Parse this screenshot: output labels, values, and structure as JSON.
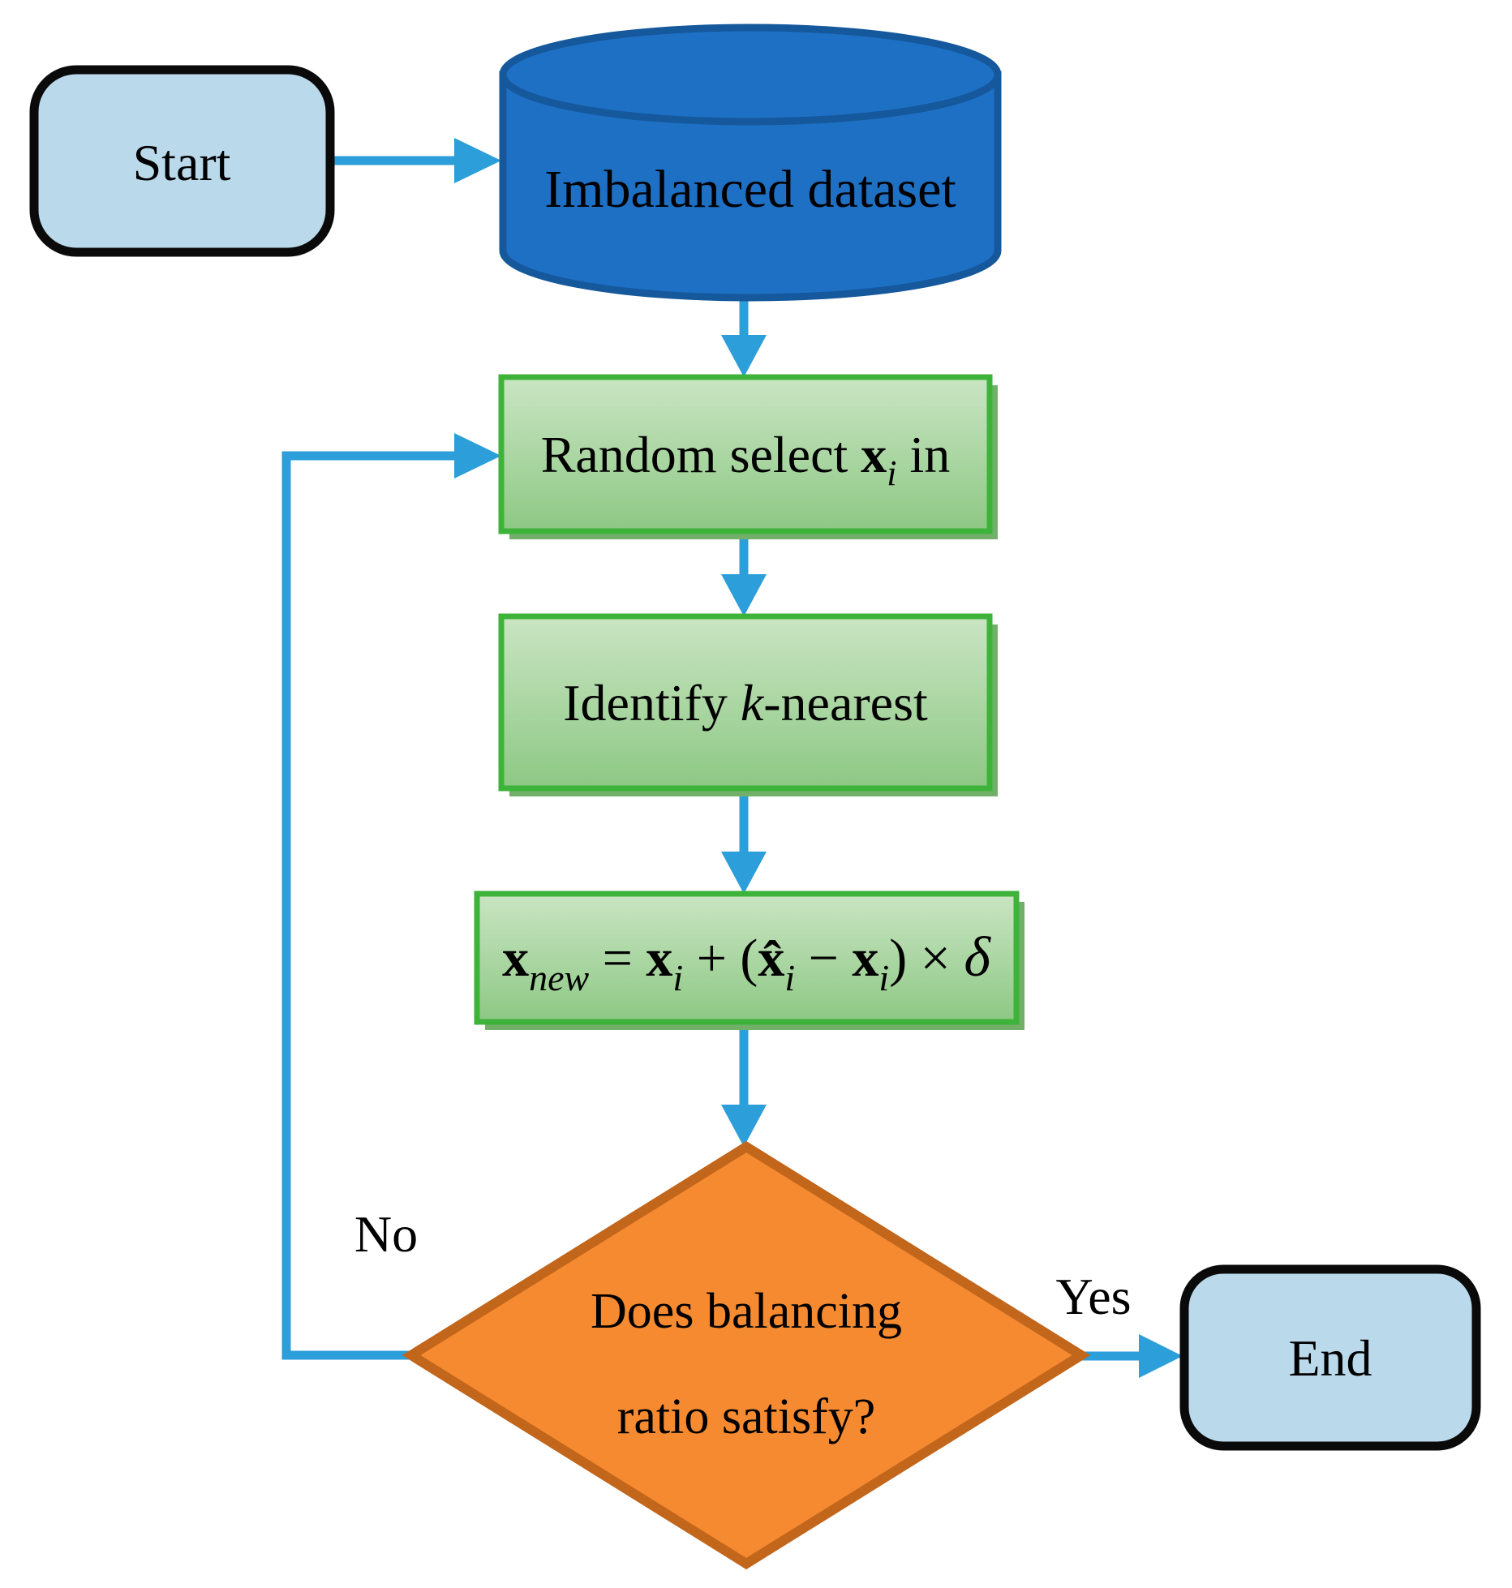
{
  "figure": {
    "type": "flowchart",
    "description": "Oversampling algorithm flow from imbalanced dataset to balanced stop condition"
  },
  "nodes": {
    "start": {
      "label": "Start"
    },
    "dataset": {
      "label": "Imbalanced dataset"
    },
    "random_select": {
      "text_before": "Random select ",
      "vector": "x",
      "subscript": "i",
      "text_after": " in"
    },
    "identify_k": {
      "text_before": "Identify ",
      "k": "k",
      "text_after": "-nearest"
    },
    "synthesis": {
      "x_new": "x",
      "sub_new": "new",
      "equals": " = ",
      "x_i1": "x",
      "sub_i1": "i",
      "plus_open": " + (",
      "x_hat": "x̂",
      "sub_i2": "i",
      "minus": " − ",
      "x_i2": "x",
      "sub_i3": "i",
      "close_times": ") × ",
      "delta": "δ"
    },
    "decision": {
      "line1": "Does balancing",
      "line2": "ratio satisfy?"
    },
    "end": {
      "label": "End"
    }
  },
  "edge_labels": {
    "no": "No",
    "yes": "Yes"
  },
  "colors": {
    "terminal_fill": "#badaec",
    "terminal_border": "#0a0a0a",
    "database_fill": "#1e70c5",
    "database_border": "#15589c",
    "process_fill_top": "#cae5c3",
    "process_fill_bottom": "#8dc884",
    "process_border": "#3db33a",
    "process_shadow": "#72b069",
    "decision_fill": "#f68a30",
    "decision_border": "#c2661c",
    "arrow": "#2c9ed9",
    "text": "#000000"
  }
}
